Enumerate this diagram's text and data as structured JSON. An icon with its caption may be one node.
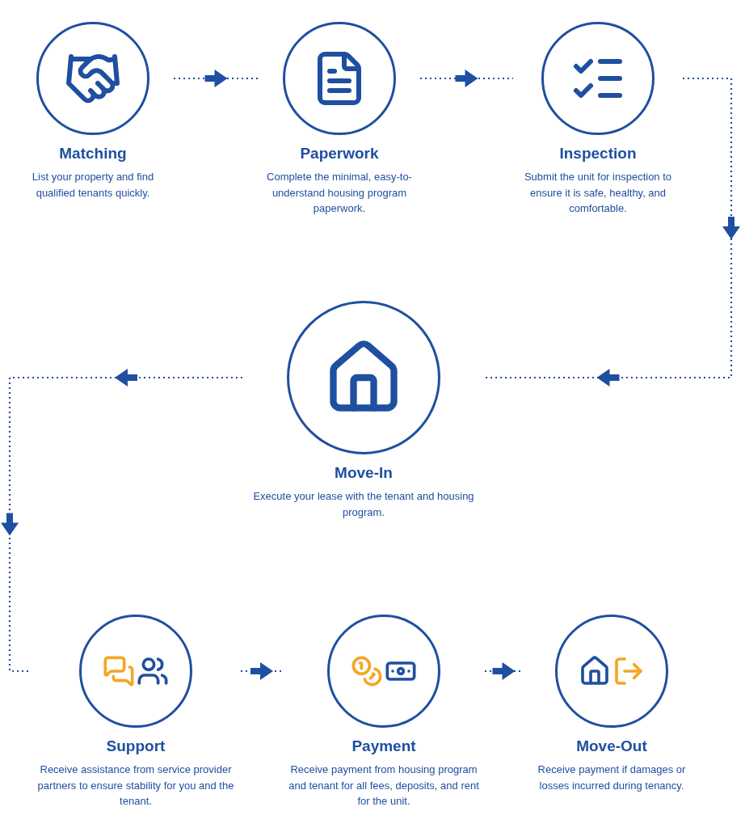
{
  "diagram": {
    "nodes": [
      {
        "text": [
          "Matching",
          "List your property and find qualified tenants quickly."
        ]
      },
      {
        "text": [
          "Paperwork",
          "Complete the minimal, easy-to-understand housing program paperwork."
        ]
      },
      {
        "text": [
          "Inspection",
          "Submit the unit for inspection to ensure it is safe, healthy, and comfortable."
        ]
      },
      {
        "text": [
          "Move-In",
          "Execute your lease with the tenant and housing program."
        ]
      },
      {
        "text": [
          "Support",
          "Receive assistance from service provider partners to ensure stability for you and the tenant."
        ]
      },
      {
        "text": [
          "Payment",
          "Receive payment from housing program and tenant for all fees, deposits, and rent for the unit."
        ]
      },
      {
        "text": [
          "Move-Out",
          "Receive payment if damages or losses incurred during tenancy."
        ]
      }
    ],
    "edges": [
      {
        "from": 0,
        "to": 1,
        "arrow": "to",
        "style": "dashed"
      },
      {
        "from": 1,
        "to": 2,
        "arrow": "to",
        "style": "dashed"
      },
      {
        "from": 2,
        "to": 3,
        "arrow": "to",
        "style": "dashed"
      },
      {
        "from": 3,
        "to": 4,
        "arrow": "to",
        "style": "dashed"
      },
      {
        "from": 4,
        "to": 5,
        "arrow": "to",
        "style": "dashed"
      },
      {
        "from": 5,
        "to": 6,
        "arrow": "to",
        "style": "dashed"
      }
    ]
  }
}
